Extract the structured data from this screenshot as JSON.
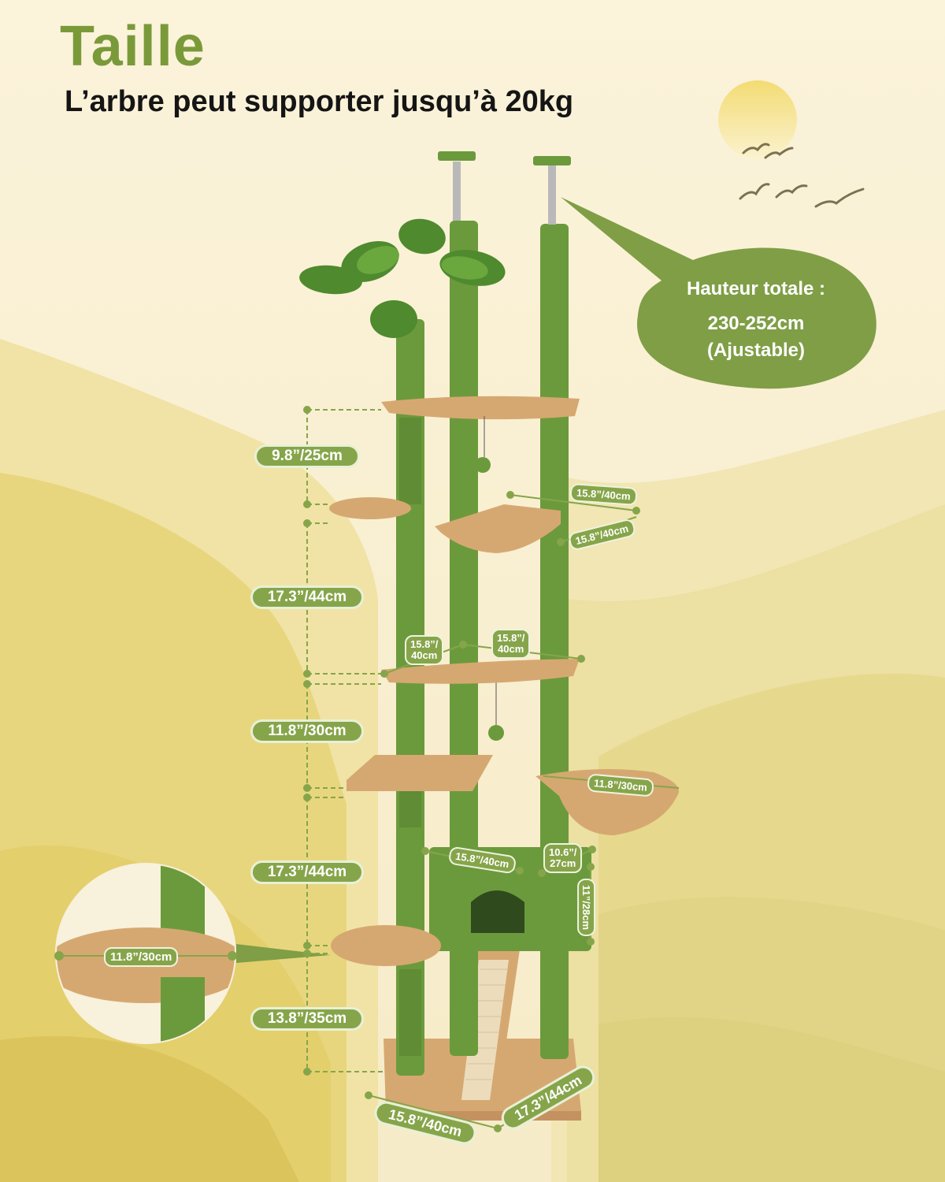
{
  "title": "Taille",
  "subtitle": "L’arbre peut supporter jusqu’à 20kg",
  "callout": {
    "line1": "Hauteur totale :",
    "line2": "230-252cm",
    "line3": "(Ajustable)"
  },
  "dimensions": {
    "left_spacings": [
      "9.8”/25cm",
      "17.3”/44cm",
      "11.8”/30cm",
      "17.3”/44cm",
      "13.8”/35cm"
    ],
    "hammock_width": "15.8”/40cm",
    "hammock_depth": "15.8”/40cm",
    "mid_platform_a_line1": "15.8”/",
    "mid_platform_a_line2": "40cm",
    "mid_platform_b_line1": "15.8”/",
    "mid_platform_b_line2": "40cm",
    "basket": "11.8”/30cm",
    "condo_width": "15.8”/40cm",
    "condo_depth_line1": "10.6”/",
    "condo_depth_line2": "27cm",
    "condo_height": "11”/28cm",
    "round_platform": "11.8”/30cm",
    "base_width": "15.8”/40cm",
    "base_depth": "17.3”/44cm"
  },
  "colors": {
    "accent_green": "#86a54a",
    "title_green": "#7a9a3a",
    "post_green": "#6b9a3c",
    "plush_beige": "#d8ae7a",
    "background": "#f8efd2"
  }
}
